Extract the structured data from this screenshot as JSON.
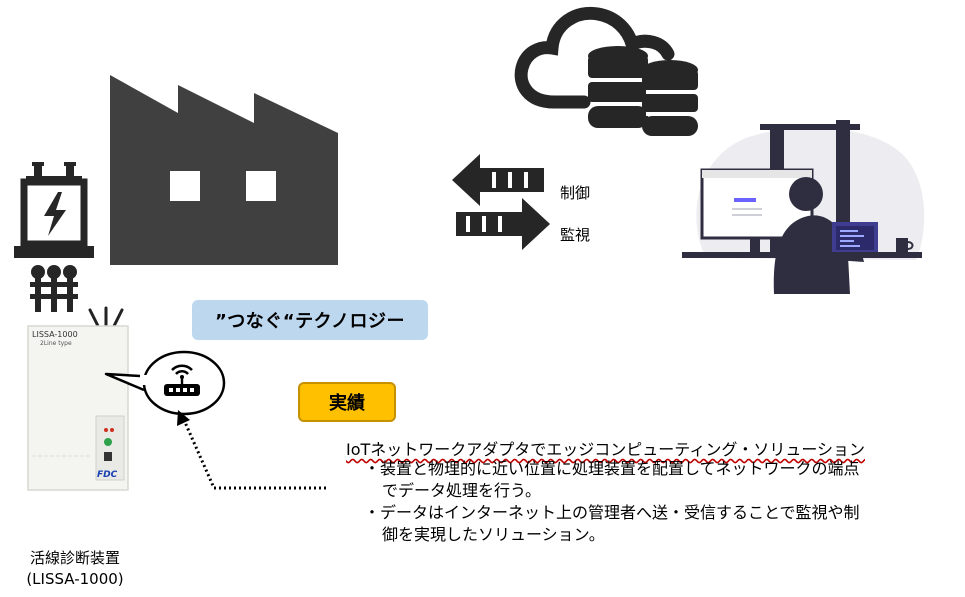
{
  "labels": {
    "control": "制御",
    "monitor": "監視",
    "technology": "”つなぐ“テクノロジー",
    "achievement": "実績",
    "device_name": "活線診断装置",
    "device_model": "(LISSA-1000)",
    "device_panel_title": "LISSA-1000",
    "device_panel_sub": "2Line type",
    "device_brand": "FDC"
  },
  "description": {
    "title": "IoTネットワークアダプタでエッジコンピューティング・ソリューション",
    "bullets": [
      {
        "line1": "・装置と物理的に近い位置に処理装置を配置してネットワークの端点",
        "line2": "でデータ処理を行う。"
      },
      {
        "line1": "・データはインターネット上の管理者へ送・受信することで監視や制",
        "line2": "御を実現したソリューション。"
      }
    ]
  },
  "colors": {
    "factory": "#404040",
    "icon_dark": "#262626",
    "tech_pill": "#bdd7ee",
    "achievement_pill": "#ffc000",
    "person_dark": "#2f2e41",
    "accent_blue": "#6c63ff"
  },
  "icons": [
    "transformer-icon",
    "insulator-icon",
    "factory-icon",
    "cloud-database-icon",
    "bidirectional-arrows-icon",
    "router-icon",
    "speech-bubble",
    "person-at-computer-illustration"
  ]
}
